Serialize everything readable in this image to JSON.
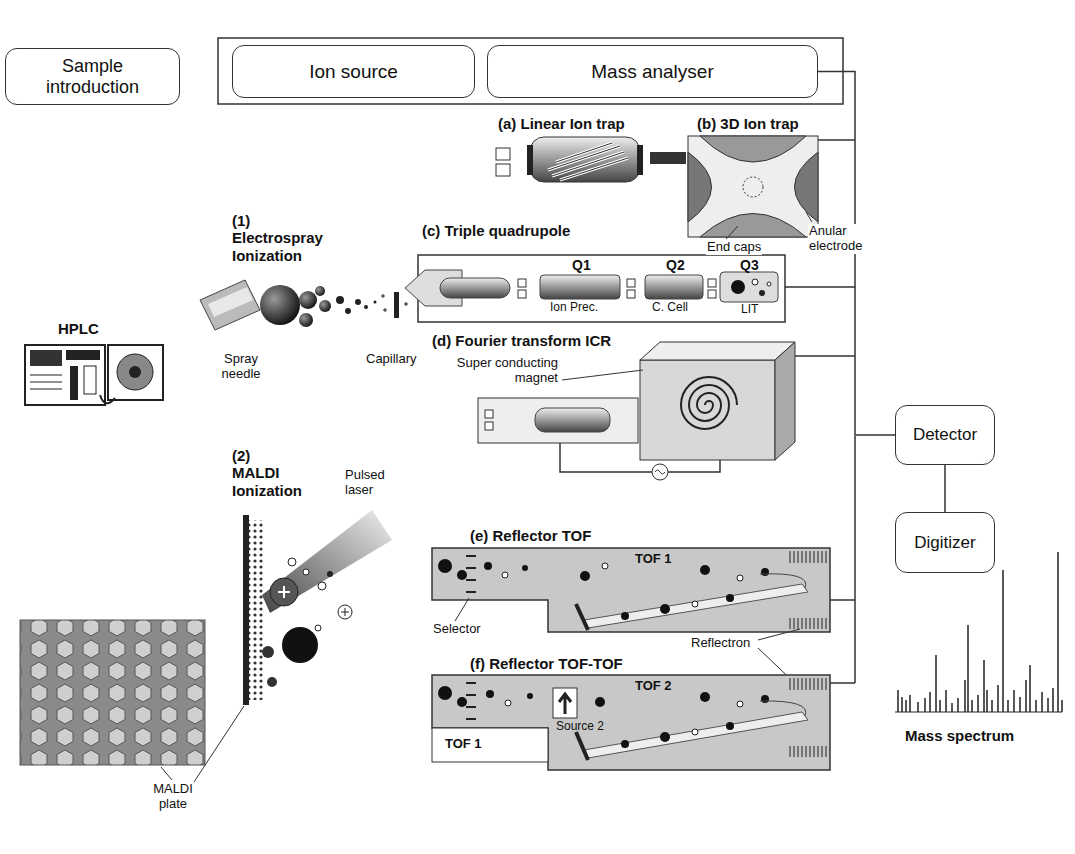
{
  "diagram": {
    "nodes": [
      {
        "text": [
          "Sample introduction"
        ]
      },
      {
        "text": [
          "Ion source"
        ]
      },
      {
        "text": [
          "Mass analyser"
        ]
      },
      {
        "text": [
          "Detector"
        ]
      },
      {
        "text": [
          "Digitizer"
        ]
      }
    ],
    "edges": [
      {
        "from": 2,
        "to": 3,
        "arrow": "none"
      },
      {
        "from": 3,
        "to": 4,
        "arrow": "none"
      }
    ],
    "labels": [
      "(a) Linear Ion trap",
      "(b) 3D Ion trap",
      "End caps",
      "Anular electrode",
      "HPLC",
      "(1) Electrospray Ionization",
      "Spray needle",
      "Capillary",
      "(c) Triple quadrupole",
      "Q1",
      "Q2",
      "Q3",
      "Ion Prec.",
      "C. Cell",
      "LIT",
      "(d) Fourier transform ICR",
      "Super conducting magnet",
      "(2) MALDI Ionization",
      "Pulsed laser",
      "(e) Reflector TOF",
      "TOF 1",
      "Selector",
      "Reflectron",
      "MALDI plate",
      "(f) Reflector TOF-TOF",
      "TOF 2",
      "Source 2",
      "TOF 1",
      "Mass spectrum"
    ]
  }
}
